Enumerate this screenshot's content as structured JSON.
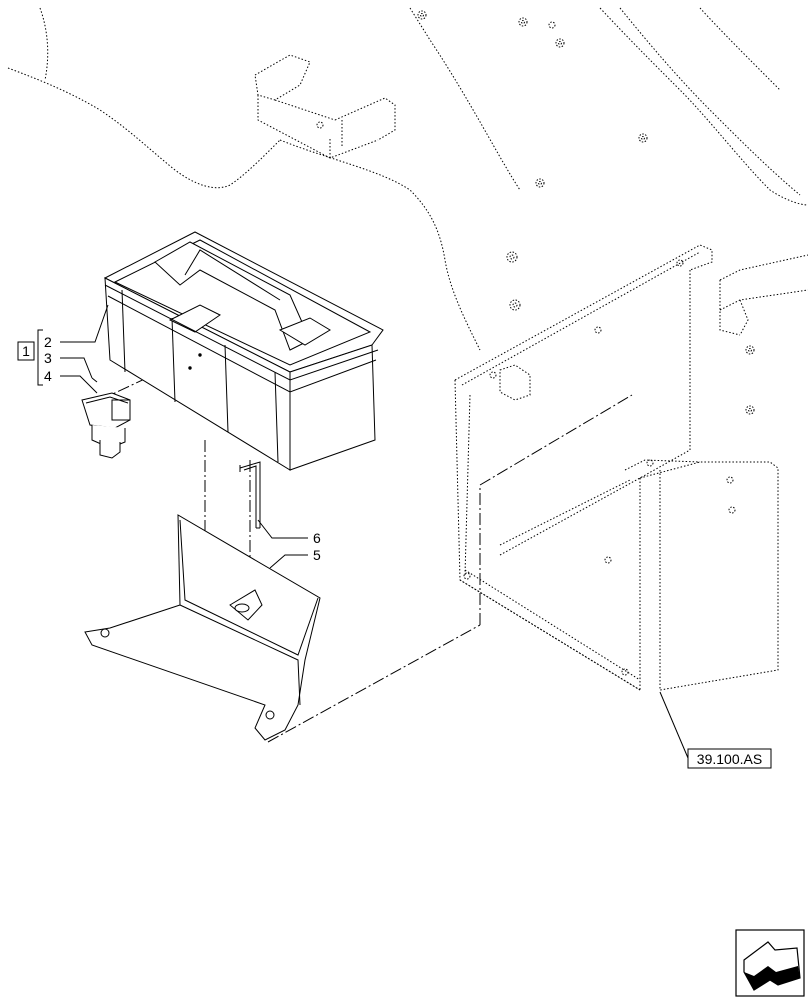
{
  "callouts": {
    "kit": "1",
    "item2": "2",
    "item3": "3",
    "item4": "4",
    "item5": "5",
    "item6": "6"
  },
  "reference": {
    "label": "39.100.AS"
  },
  "nav_icon": "next-page-arrow-icon"
}
